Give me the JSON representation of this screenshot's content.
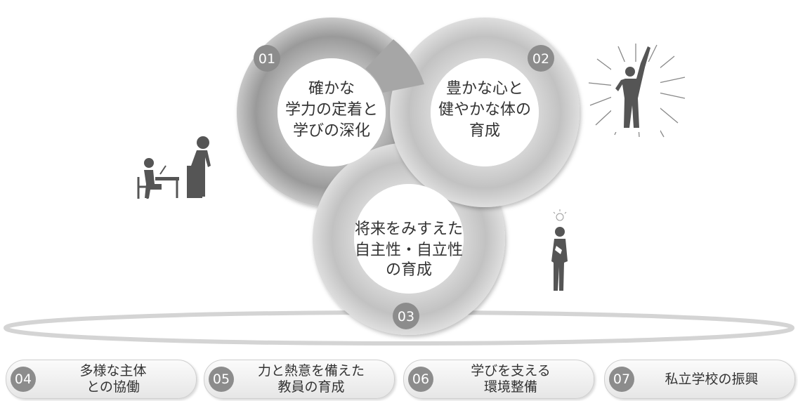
{
  "colors": {
    "ring_dark": "#8f8f8f",
    "ring_light": "#c9c9c9",
    "badge": "#8c8c8c",
    "figure": "#555555",
    "text": "#333333"
  },
  "circles": [
    {
      "number": "01",
      "lines": [
        "確かな",
        "学力の定着と",
        "学びの深化"
      ]
    },
    {
      "number": "02",
      "lines": [
        "豊かな心と",
        "健やかな体の",
        "育成"
      ]
    },
    {
      "number": "03",
      "lines": [
        "将来をみすえた",
        "自主性・自立性",
        "の育成"
      ]
    }
  ],
  "pills": [
    {
      "number": "04",
      "text": "多様な主体\nとの協働"
    },
    {
      "number": "05",
      "text": "力と熱意を備えた\n教員の育成"
    },
    {
      "number": "06",
      "text": "学びを支える\n環境整備"
    },
    {
      "number": "07",
      "text": "私立学校の振興"
    }
  ],
  "icons": [
    "teacher-student-desk-icon",
    "cheering-person-icon",
    "thinking-person-icon"
  ]
}
